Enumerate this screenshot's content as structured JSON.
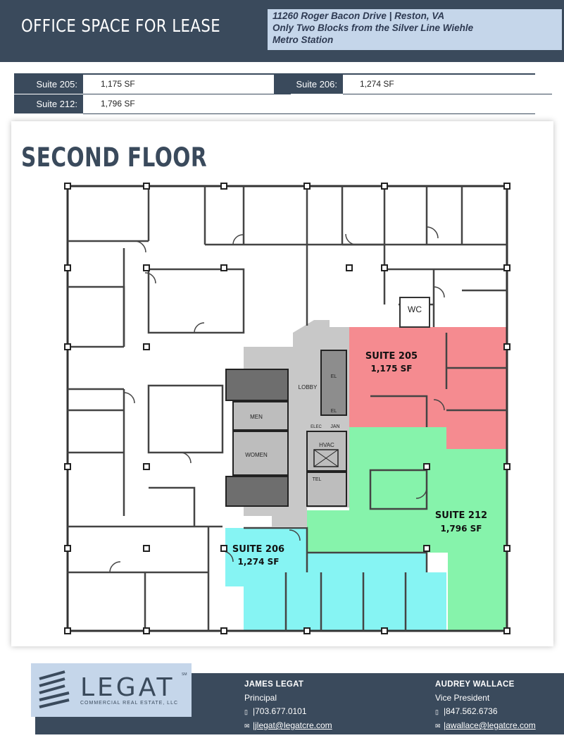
{
  "header": {
    "title": "OFFICE SPACE FOR LEASE",
    "address_lines": [
      "11260 Roger Bacon Drive | Reston, VA",
      "Only Two Blocks from the Silver Line Wiehle",
      "Metro Station"
    ]
  },
  "suite_table": [
    {
      "label": "Suite 205:",
      "value": "1,175 SF"
    },
    {
      "label": "Suite 206:",
      "value": "1,274 SF"
    },
    {
      "label": "Suite 212:",
      "value": "1,796 SF"
    }
  ],
  "plan": {
    "title": "SECOND FLOOR",
    "room_labels": {
      "wc": "WC",
      "lobby": "LOBBY",
      "men": "MEN",
      "women": "WOMEN",
      "hvac": "HVAC",
      "tel": "TEL",
      "jan": "JAN",
      "elec": "ELEC",
      "el1": "EL",
      "el2": "EL"
    },
    "suites": [
      {
        "name": "SUITE 205",
        "area": "1,175 SF",
        "color": "#f4858a"
      },
      {
        "name": "SUITE 212",
        "area": "1,796 SF",
        "color": "#7ff2a6"
      },
      {
        "name": "SUITE 206",
        "area": "1,274 SF",
        "color": "#7ff3f2"
      }
    ]
  },
  "brand": {
    "name": "LEGAT",
    "tagline": "COMMERCIAL REAL ESTATE, LLC",
    "mark": "SM"
  },
  "contacts": [
    {
      "name": "JAMES LEGAT",
      "title": "Principal",
      "phone": "|703.677.0101",
      "email": "|jlegat@legatcre.com"
    },
    {
      "name": "AUDREY WALLACE",
      "title": "Vice President",
      "phone": "|847.562.6736",
      "email": "|awallace@legatcre.com"
    }
  ],
  "colors": {
    "navy": "#3a4a5c",
    "light_blue": "#c5d6ea",
    "suite205": "#f4858a",
    "suite212": "#7ff2a6",
    "suite206": "#7ff3f2",
    "core": "#c8c8c8"
  },
  "icons": [
    "phone-icon",
    "email-icon",
    "building-logo-icon"
  ]
}
